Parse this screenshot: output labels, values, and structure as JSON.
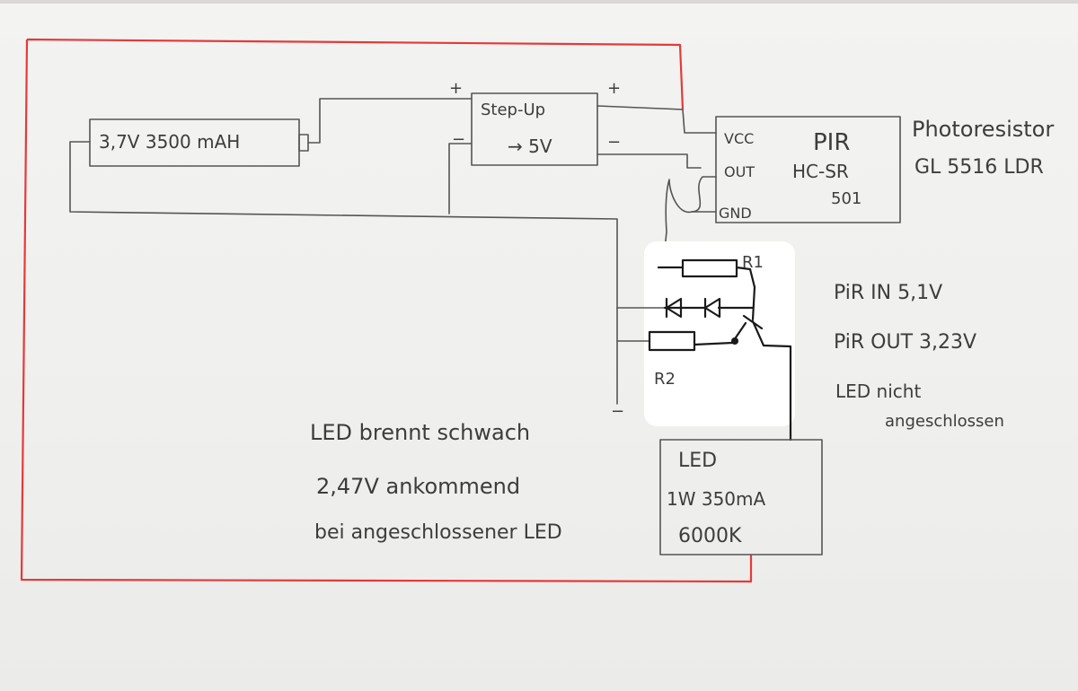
{
  "battery": {
    "label": "3,7V  3500 mAH"
  },
  "stepup": {
    "title": "Step-Up",
    "output": "→ 5V",
    "plus_in": "+",
    "plus_out": "+",
    "minus_in": "−",
    "minus_out": "−"
  },
  "pir": {
    "title": "PIR",
    "model": "HC-SR",
    "model_number": "501",
    "pins": {
      "vcc": "VCC",
      "out": "OUT",
      "gnd": "GND"
    }
  },
  "photoresistor": {
    "line1": "Photoresistor",
    "line2": "GL 5516 LDR"
  },
  "driver": {
    "r1": "R1",
    "r2": "R2",
    "minus": "−"
  },
  "notes_right": {
    "line1": "PiR IN   5,1V",
    "line2": "PiR OUT   3,23V",
    "line3": "LED nicht",
    "line4": "angeschlossen"
  },
  "led": {
    "title": "LED",
    "spec": "1W 350mA",
    "temp": "6000K"
  },
  "notes_bottom": {
    "line1": "LED brennt schwach",
    "line2": "2,47V ankommend",
    "line3": "bei angeschlossener LED"
  },
  "colors": {
    "ink": "#3d3d3d",
    "wire": "#555555",
    "red_outline": "#e43a3a",
    "paper": "#f0f0ee"
  }
}
